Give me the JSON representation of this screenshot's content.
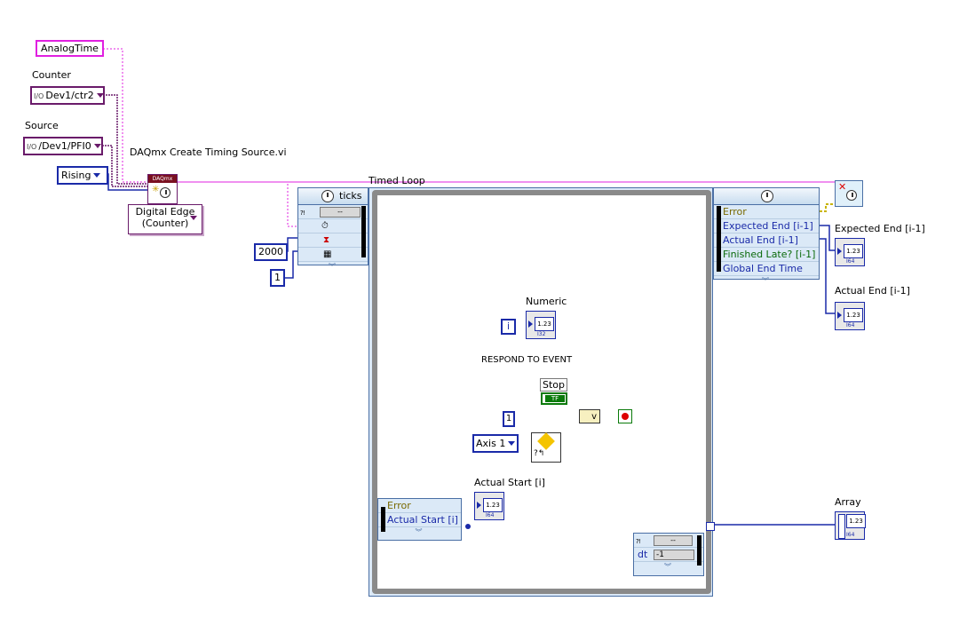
{
  "inputs": {
    "analog_time": "AnalogTime",
    "counter_label": "Counter",
    "counter_value": "Dev1/ctr2",
    "source_label": "Source",
    "source_value": "/Dev1/PFI0",
    "edge_value": "Rising",
    "io_prefix": "I/O"
  },
  "daqmx": {
    "vi_label": "DAQmx Create Timing Source.vi",
    "badge": "DAQmx",
    "mode_line1": "Digital Edge",
    "mode_line2": "(Counter)"
  },
  "timed_loop": {
    "label": "Timed Loop",
    "input_node_title": "ticks",
    "period_value": "2000",
    "priority_value": "1",
    "error_placeholder": "--",
    "output_rows": [
      "Error",
      "Expected End [i-1]",
      "Actual End [i-1]",
      "Finished Late? [i-1]",
      "Global End Time"
    ],
    "inner_rows": [
      "Error",
      "Actual Start [i]"
    ],
    "right_node_placeholder": "--",
    "dt_label": "dt",
    "dt_value": "-1",
    "iteration_terminal": "i"
  },
  "indicators": {
    "numeric": "Numeric",
    "actual_start": "Actual Start [i]",
    "expected_end": "Expected End [i-1]",
    "actual_end": "Actual End [i-1]",
    "array": "Array",
    "num_glyph": "1.23",
    "i64_tag": "I64",
    "i32_tag": "I32"
  },
  "inner_logic": {
    "respond_label": "RESPOND TO EVENT",
    "stop_label": "Stop",
    "tf_glyph": "TF",
    "axis_value": "Axis 1",
    "axis_num": "1",
    "or_glyph": "v"
  },
  "colors": {
    "string_wire": "#e020e0",
    "refnum_wire": "#6a1b6a",
    "numeric_wire": "#1a2aa8",
    "boolean_wire": "#0a7a0a",
    "error_wire": "#c8b400"
  }
}
